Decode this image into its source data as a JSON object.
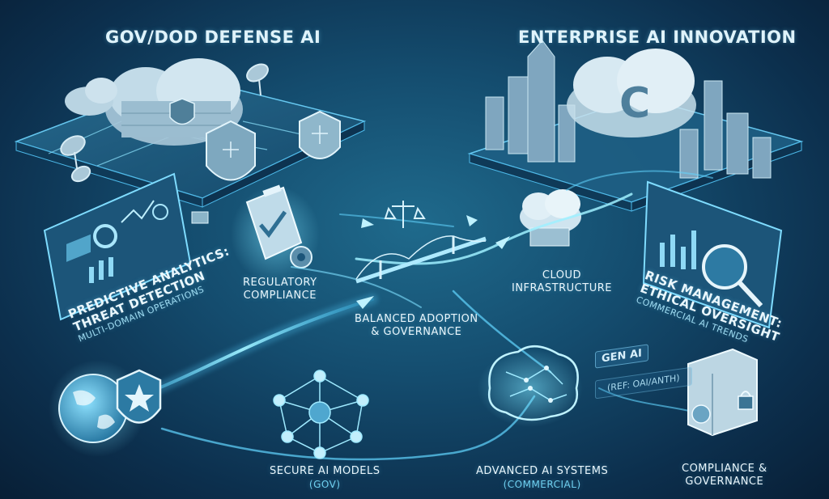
{
  "headers": {
    "left": "GOV/DoD DEFENSE AI",
    "right": "ENTERPRISE AI INNOVATION"
  },
  "nodes": {
    "regulatory": [
      "REGULATORY",
      "COMPLIANCE"
    ],
    "balanced": [
      "BALANCED ADOPTION",
      "& GOVERNANCE"
    ],
    "cloud": [
      "CLOUD",
      "INFRASTRUCTURE"
    ],
    "secure_models": {
      "title": "SECURE AI MODELS",
      "sub": "(GOV)"
    },
    "advanced": {
      "title": "ADVANCED AI SYSTEMS",
      "sub": "(COMMERCIAL)"
    },
    "compliance_gov": [
      "COMPLIANCE &",
      "GOVERNANCE"
    ]
  },
  "panels": {
    "left": {
      "line1": "PREDICTIVE ANALYTICS:",
      "line2": "THREAT DETECTION",
      "sub": "MULTI-DOMAIN OPERATIONS"
    },
    "right": {
      "line1": "RISK MANAGEMENT:",
      "line2": "ETHICAL OVERSIGHT",
      "sub": "COMMERCIAL AI TRENDS"
    }
  },
  "tags": {
    "gen_ai": "GEN AI",
    "ref": "(REF: OAI/ANTH)"
  },
  "icons": [
    "cloud-shield-icon",
    "satellite-dish-icon",
    "shield-circuit-icon",
    "clipboard-check-icon",
    "gear-icon",
    "scales-icon",
    "bridge-icon",
    "city-skyline-icon",
    "cloud-c-logo-icon",
    "cloud-server-icon",
    "globe-shield-icon",
    "neural-network-icon",
    "brain-circuit-icon",
    "book-lock-icon",
    "magnifier-brain-icon",
    "dashboard-chart-icon"
  ],
  "colors": {
    "accent": "#59d4ff",
    "background": "#144c6e"
  }
}
